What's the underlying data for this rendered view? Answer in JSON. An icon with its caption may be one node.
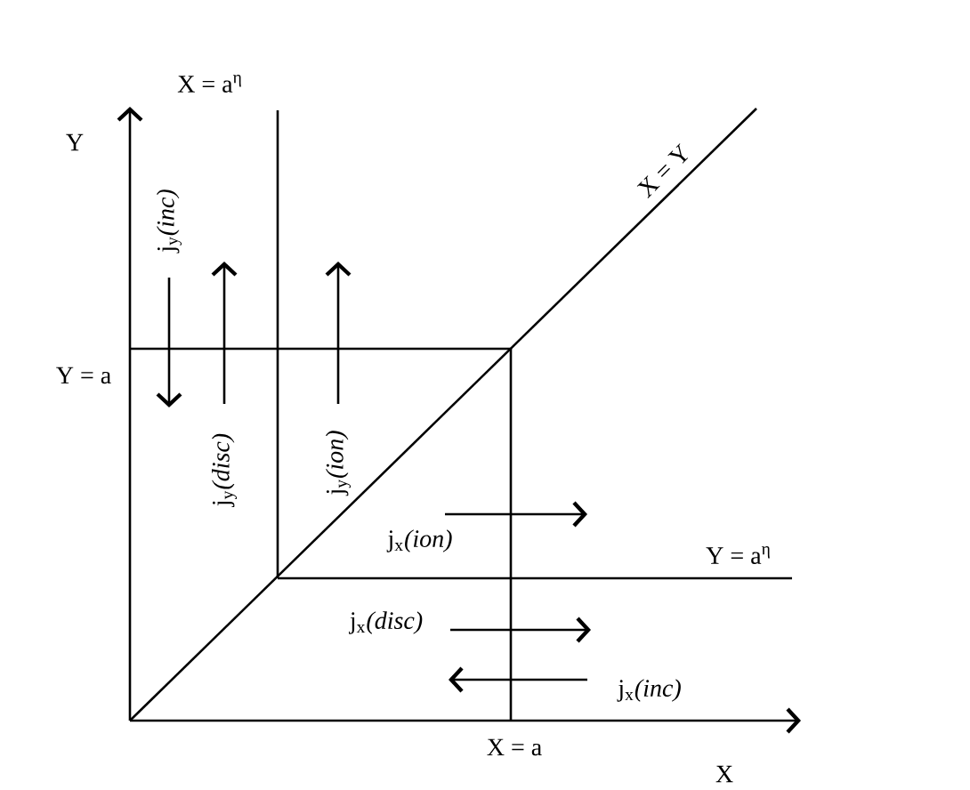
{
  "diagram": {
    "labels": [
      "X = a$^{η}$",
      "Y",
      "X = Y",
      "j$_{y}$*(inc)*",
      "Y = a",
      "j$_{y}$*(disc)*",
      "j$_{y}$*(ion)*",
      "j$_{x}$*(ion)*",
      "Y = a$^{η}$",
      "j$_{x}$*(disc)*",
      "j$_{x}$*(inc)*",
      "X = a",
      "X"
    ]
  }
}
